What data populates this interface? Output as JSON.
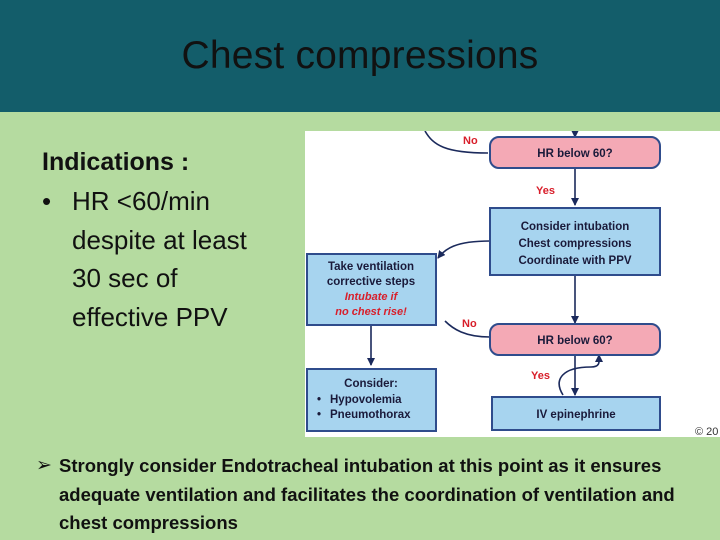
{
  "slide": {
    "title": "Chest compressions"
  },
  "indications": {
    "heading": "Indications :",
    "bullet": "HR <60/min despite at least 30 sec of effective PPV"
  },
  "flowchart": {
    "labels": {
      "no_top": "No",
      "yes_top": "Yes",
      "no_mid": "No",
      "yes_bottom": "Yes"
    },
    "hr_box_1": "HR below 60?",
    "intubation_box": [
      "Consider intubation",
      "Chest compressions",
      "Coordinate with PPV"
    ],
    "ventilation_box": [
      "Take ventilation",
      "corrective steps"
    ],
    "ventilation_note": [
      "Intubate if",
      "no chest rise!"
    ],
    "hr_box_2": "HR below 60?",
    "consider_box": {
      "heading": "Consider:",
      "items": [
        "Hypovolemia",
        "Pneumothorax"
      ]
    },
    "epinephrine_box": "IV epinephrine",
    "copyright": "© 20"
  },
  "note": {
    "text": "Strongly consider Endotracheal intubation at this point as it ensures adequate ventilation and facilitates the coordination of ventilation and chest compressions"
  },
  "colors": {
    "title_bar": "#135d6a",
    "slide_bg": "#b5dba0",
    "pink_box": "#f4a9b5",
    "blue_box": "#a7d4ef",
    "box_border": "#2f4c8c",
    "label_red": "#d81e2a"
  }
}
